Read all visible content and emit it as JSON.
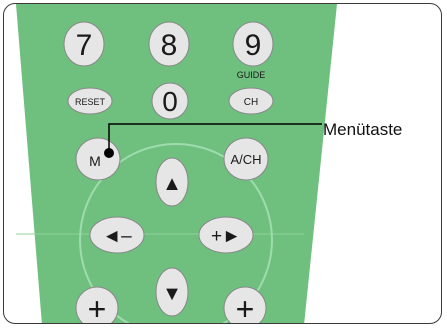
{
  "callout": {
    "label": "Menütaste"
  },
  "remote": {
    "body_color": "#6fbf7e",
    "button_color": "#e6e6e6",
    "number_buttons": [
      "7",
      "8",
      "9",
      "0"
    ],
    "reset_label": "RESET",
    "guide_label": "GUIDE",
    "ch_label": "CH",
    "menu_label": "M",
    "ach_label": "A/CH",
    "up_glyph": "▲",
    "down_glyph": "▼",
    "vol_down_label": "◄–",
    "vol_up_label": "+►",
    "plus_label": "+"
  }
}
